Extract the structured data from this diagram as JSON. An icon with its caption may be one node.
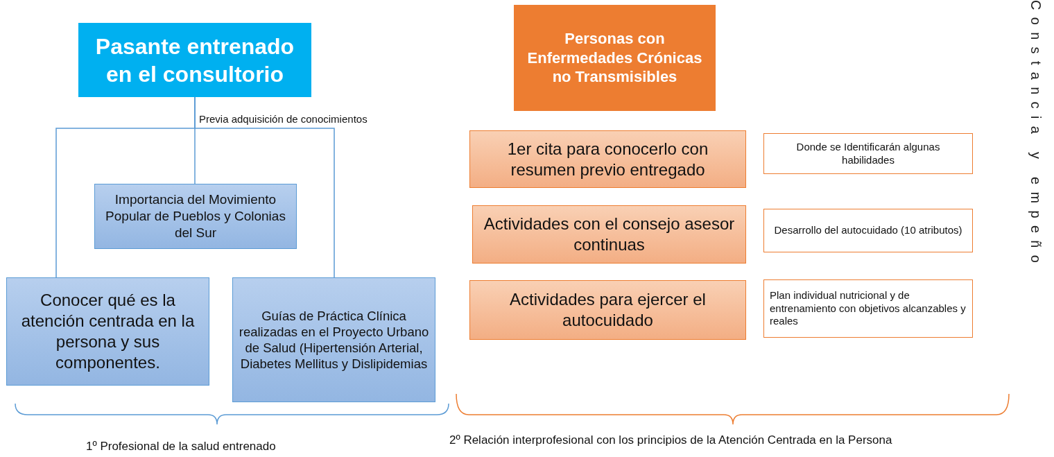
{
  "diagram": {
    "nodes": [
      {
        "text": [
          "Pasante entrenado en el consultorio"
        ]
      },
      {
        "text": [
          "Importancia del Movimiento Popular de Pueblos y Colonias del Sur"
        ]
      },
      {
        "text": [
          "Conocer qué es la atención centrada en la persona y sus componentes."
        ]
      },
      {
        "text": [
          "Guías de Práctica Clínica realizadas en el Proyecto Urbano de Salud (Hipertensión Arterial, Diabetes Mellitus y Dislipidemias"
        ]
      },
      {
        "text": [
          "Personas con Enfermedades Crónicas no Transmisibles"
        ]
      },
      {
        "text": [
          "1er cita para conocerlo con resumen previo entregado"
        ]
      },
      {
        "text": [
          "Donde se Identificarán algunas habilidades"
        ]
      },
      {
        "text": [
          "Actividades con el consejo asesor continuas"
        ]
      },
      {
        "text": [
          "Desarrollo del autocuidado (10 atributos)"
        ]
      },
      {
        "text": [
          "Actividades para ejercer el autocuidado"
        ]
      },
      {
        "text": [
          "Plan individual nutricional y de entrenamiento con objetivos alcanzables y reales"
        ]
      }
    ],
    "edges": [
      {
        "from": 0,
        "to": 1,
        "arrow": "none",
        "label": "Previa adquisición de conocimientos"
      },
      {
        "from": 0,
        "to": 2,
        "arrow": "none"
      },
      {
        "from": 0,
        "to": 3,
        "arrow": "none"
      }
    ],
    "labels": [
      "Constancia y empeño",
      "1º Profesional de la salud entrenado",
      "2º Relación interprofesional con los principios de la Atención Centrada en la Persona"
    ]
  }
}
